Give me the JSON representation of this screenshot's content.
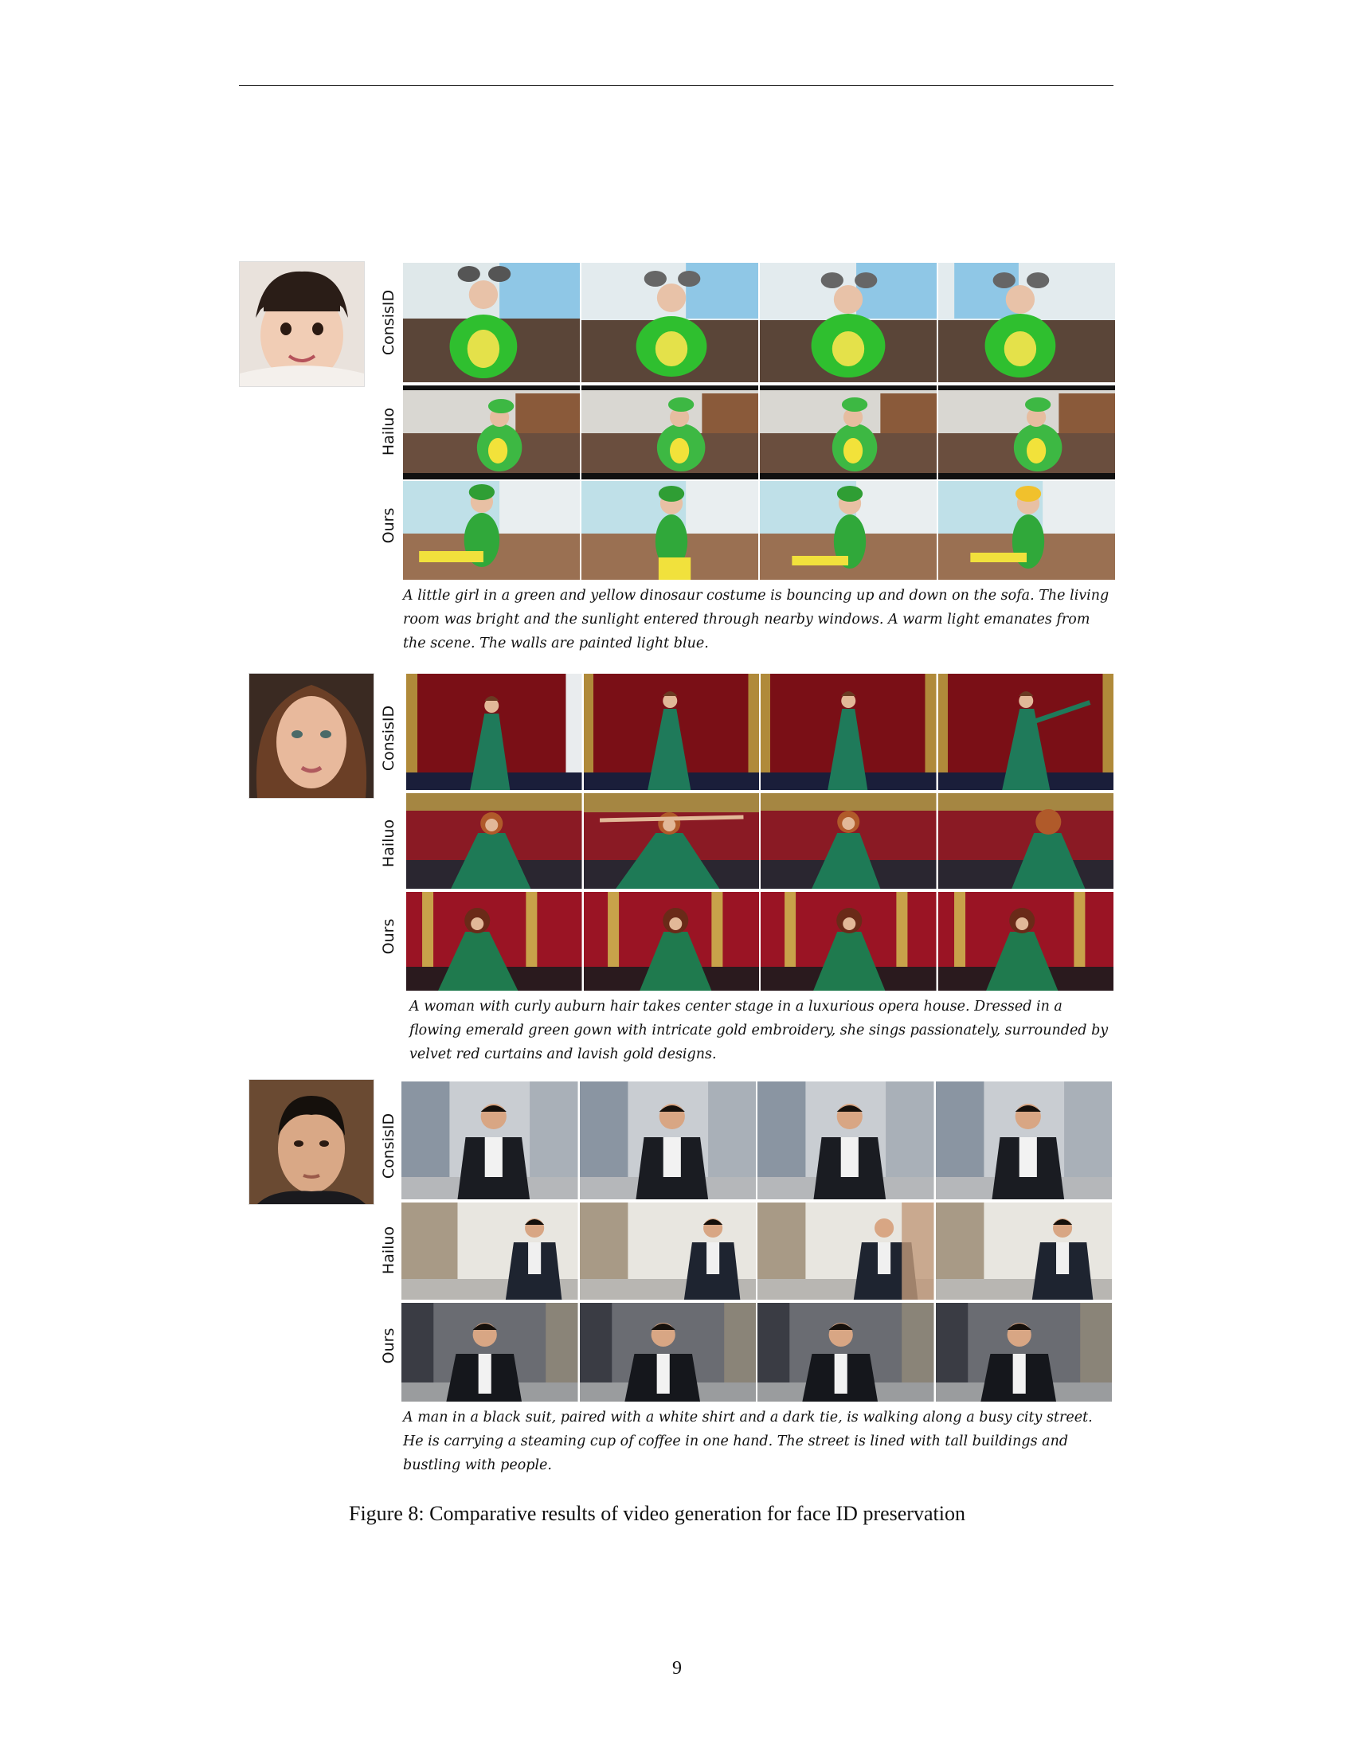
{
  "methods": [
    "ConsisID",
    "Hailuo",
    "Ours"
  ],
  "groups": [
    {
      "subject": "girl",
      "prompt": "A little girl in a green and yellow dinosaur costume is bouncing up and down on the sofa. The living room was bright and the sunlight entered through nearby windows. A warm light emanates from the scene. The walls are painted light blue."
    },
    {
      "subject": "woman",
      "prompt": "A woman with curly auburn hair takes center stage in a luxurious opera house. Dressed in a flowing emerald green gown with intricate gold embroidery, she sings passionately, surrounded by velvet red curtains and lavish gold designs."
    },
    {
      "subject": "man",
      "prompt": "A man in a black suit, paired with a white shirt and a dark tie, is walking along a busy city street. He is carrying a steaming cup of coffee in one hand. The street is lined with tall buildings and bustling with people."
    }
  ],
  "caption": "Figure 8: Comparative results of video generation for face ID preservation",
  "page_number": "9"
}
